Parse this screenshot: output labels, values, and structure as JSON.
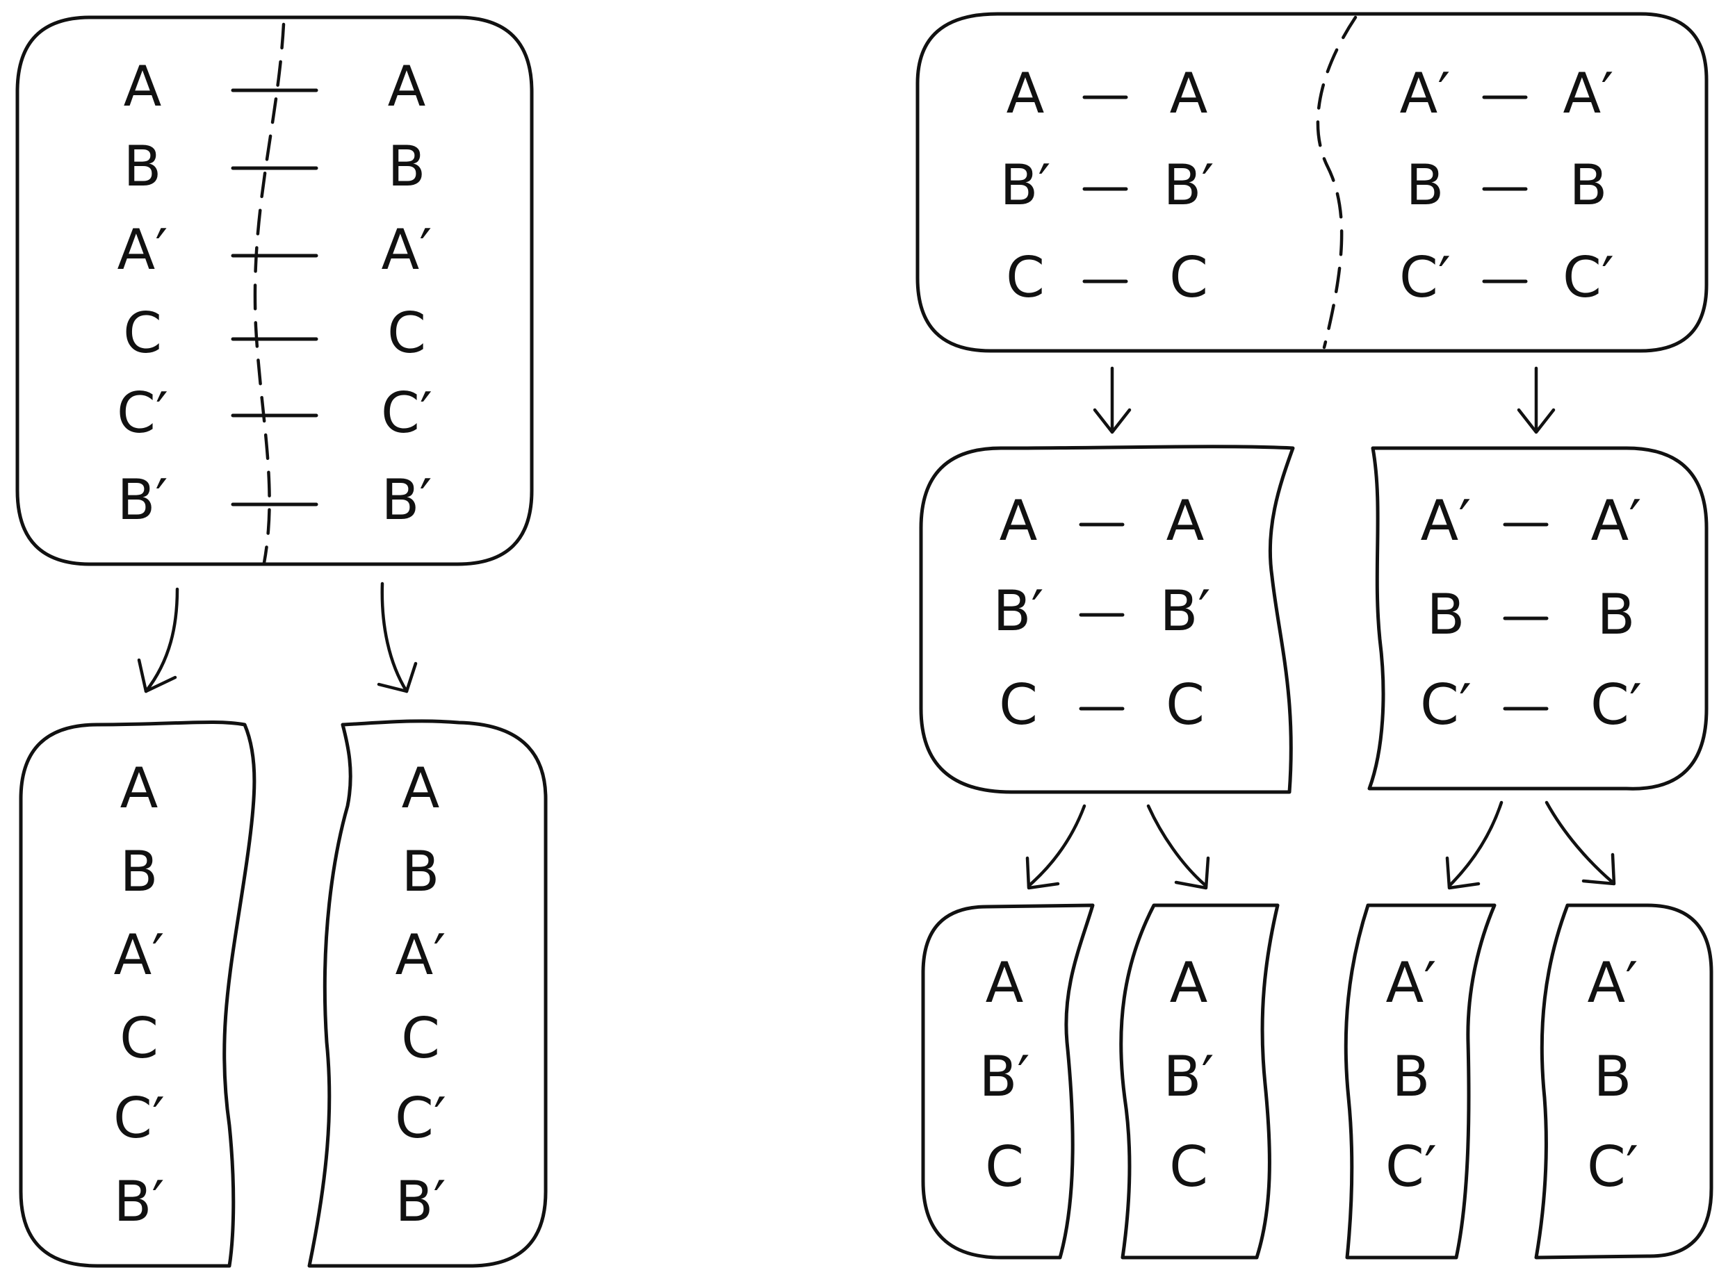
{
  "left_panel": {
    "top_box": {
      "rows": [
        {
          "left": "A",
          "right": "A"
        },
        {
          "left": "B",
          "right": "B"
        },
        {
          "left": "A′",
          "right": "A′"
        },
        {
          "left": "C",
          "right": "C"
        },
        {
          "left": "C′",
          "right": "C′"
        },
        {
          "left": "B′",
          "right": "B′"
        }
      ]
    },
    "fragments": [
      {
        "labels": [
          "A",
          "B",
          "A′",
          "C",
          "C′",
          "B′"
        ]
      },
      {
        "labels": [
          "A",
          "B",
          "A′",
          "C",
          "C′",
          "B′"
        ]
      }
    ]
  },
  "right_panel": {
    "top_box": {
      "left_group": [
        {
          "left": "A",
          "right": "A"
        },
        {
          "left": "B′",
          "right": "B′"
        },
        {
          "left": "C",
          "right": "C"
        }
      ],
      "right_group": [
        {
          "left": "A′",
          "right": "A′"
        },
        {
          "left": "B",
          "right": "B"
        },
        {
          "left": "C′",
          "right": "C′"
        }
      ]
    },
    "middle_boxes": [
      {
        "rows": [
          {
            "left": "A",
            "right": "A"
          },
          {
            "left": "B′",
            "right": "B′"
          },
          {
            "left": "C",
            "right": "C"
          }
        ]
      },
      {
        "rows": [
          {
            "left": "A′",
            "right": "A′"
          },
          {
            "left": "B",
            "right": "B"
          },
          {
            "left": "C′",
            "right": "C′"
          }
        ]
      }
    ],
    "bottom_fragments": [
      {
        "labels": [
          "A",
          "B′",
          "C"
        ]
      },
      {
        "labels": [
          "A",
          "B′",
          "C"
        ]
      },
      {
        "labels": [
          "A′",
          "B",
          "C′"
        ]
      },
      {
        "labels": [
          "A′",
          "B",
          "C′"
        ]
      }
    ]
  }
}
